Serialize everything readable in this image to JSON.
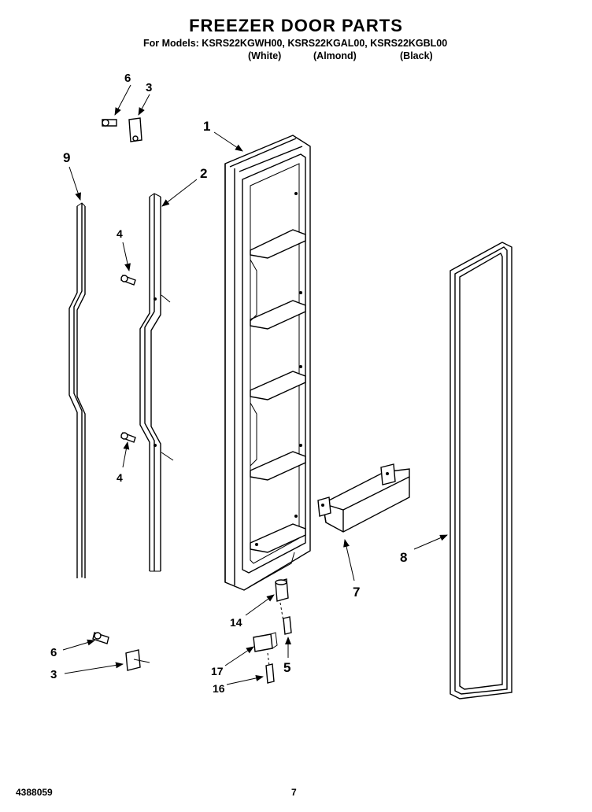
{
  "title": "FREEZER DOOR PARTS",
  "models_line": "For Models: KSRS22KGWH00, KSRS22KGAL00, KSRS22KGBL00",
  "colors": [
    "(White)",
    "(Almond)",
    "(Black)"
  ],
  "callouts": {
    "door": "1",
    "door_stop_upper": "2",
    "hinge_upper": "3",
    "screw_upper_left": "4",
    "screw_lower_left": "4",
    "screw_hinge": "5",
    "screw_top": "6",
    "shelf_bin": "7",
    "door_gasket": "8",
    "door_stop_seal": "9",
    "hinge_bottom": "14",
    "screw_bottom": "16",
    "bracket_bottom": "17",
    "screw_bottom_left": "6",
    "hinge_bottom_left": "3"
  },
  "footer": {
    "doc_number": "4388059",
    "page_number": "7"
  }
}
